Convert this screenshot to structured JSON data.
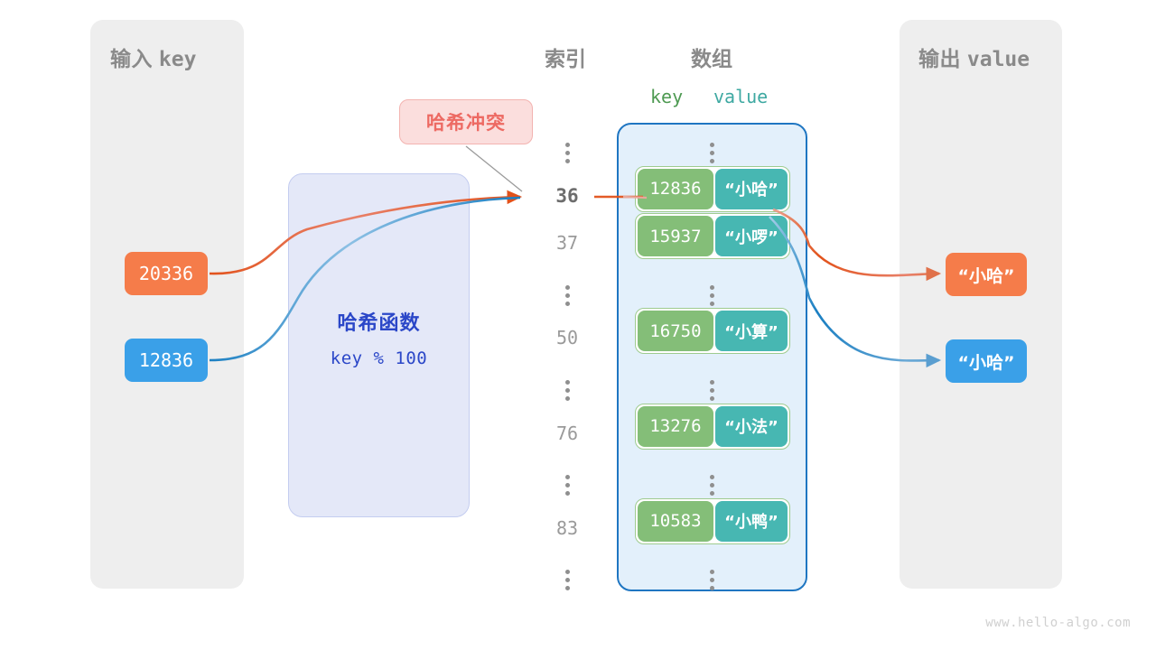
{
  "watermark": "www.hello-algo.com",
  "colors": {
    "input_key_accent": "#f57c4a",
    "input_key_accent2": "#3aa0e8",
    "hash_fn_text": "#2b47c8",
    "hash_fn_fill": "#e4e8f8",
    "collision_text": "#ed6a63",
    "collision_fill": "#fbdedd",
    "array_border": "#1f76c2",
    "array_fill": "#e3f0fb",
    "bucket_key_fill": "#84be78",
    "bucket_value_fill": "#47b7b2",
    "panel_fill": "#eeeeee",
    "index_text": "#9a9a9a",
    "index_active_text": "#6d6d6d"
  },
  "input_panel": {
    "title_cn": "输入",
    "title_mono": "key",
    "items": [
      {
        "label": "20336",
        "color": "#f57c4a"
      },
      {
        "label": "12836",
        "color": "#3aa0e8"
      }
    ]
  },
  "hash_function": {
    "name": "哈希函数",
    "expression": "key % 100"
  },
  "collision": {
    "label": "哈希冲突"
  },
  "array_section": {
    "index_heading": "索引",
    "array_heading": "数组",
    "key_heading": "key",
    "value_heading": "value",
    "rows": [
      {
        "type": "dots",
        "index": "⋮"
      },
      {
        "type": "entry",
        "index": "36",
        "active": true,
        "key": "12836",
        "value": "“小哈”"
      },
      {
        "type": "entry",
        "index": "37",
        "active": false,
        "key": "15937",
        "value": "“小啰”"
      },
      {
        "type": "dots",
        "index": "⋮"
      },
      {
        "type": "entry",
        "index": "50",
        "active": false,
        "key": "16750",
        "value": "“小算”"
      },
      {
        "type": "dots",
        "index": "⋮"
      },
      {
        "type": "entry",
        "index": "76",
        "active": false,
        "key": "13276",
        "value": "“小法”"
      },
      {
        "type": "dots",
        "index": "⋮"
      },
      {
        "type": "entry",
        "index": "83",
        "active": false,
        "key": "10583",
        "value": "“小鸭”"
      },
      {
        "type": "dots",
        "index": "⋮"
      }
    ]
  },
  "output_panel": {
    "title_cn": "输出",
    "title_mono": "value",
    "items": [
      {
        "label": "“小哈”",
        "color": "#f57c4a"
      },
      {
        "label": "“小哈”",
        "color": "#3aa0e8"
      }
    ]
  }
}
